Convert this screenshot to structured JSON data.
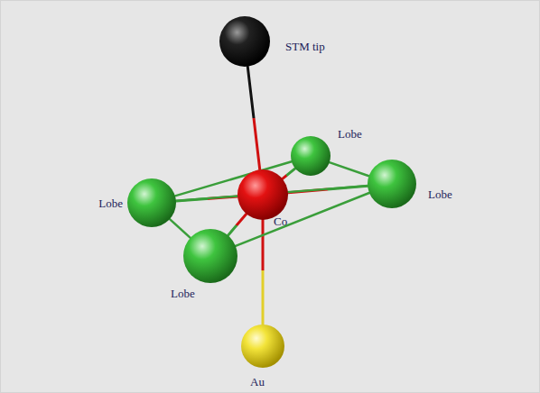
{
  "diagram": {
    "nodes": [
      {
        "text": [
          "STM tip"
        ]
      },
      {
        "text": [
          "Lobe"
        ]
      },
      {
        "text": [
          "Lobe"
        ]
      },
      {
        "text": [
          "Co"
        ]
      },
      {
        "text": [
          "Lobe"
        ]
      },
      {
        "text": [
          "Lobe"
        ]
      },
      {
        "text": [
          "Au"
        ]
      }
    ],
    "edges": [
      {
        "from": 0,
        "to": 3,
        "arrow": "none"
      },
      {
        "from": 3,
        "to": 6,
        "arrow": "none"
      },
      {
        "from": 3,
        "to": 1,
        "arrow": "none"
      },
      {
        "from": 3,
        "to": 2,
        "arrow": "none"
      },
      {
        "from": 3,
        "to": 4,
        "arrow": "none"
      },
      {
        "from": 3,
        "to": 5,
        "arrow": "none"
      },
      {
        "from": 4,
        "to": 1,
        "arrow": "none"
      },
      {
        "from": 1,
        "to": 2,
        "arrow": "none"
      },
      {
        "from": 2,
        "to": 5,
        "arrow": "none"
      },
      {
        "from": 5,
        "to": 4,
        "arrow": "none"
      },
      {
        "from": 4,
        "to": 2,
        "arrow": "none"
      }
    ]
  }
}
